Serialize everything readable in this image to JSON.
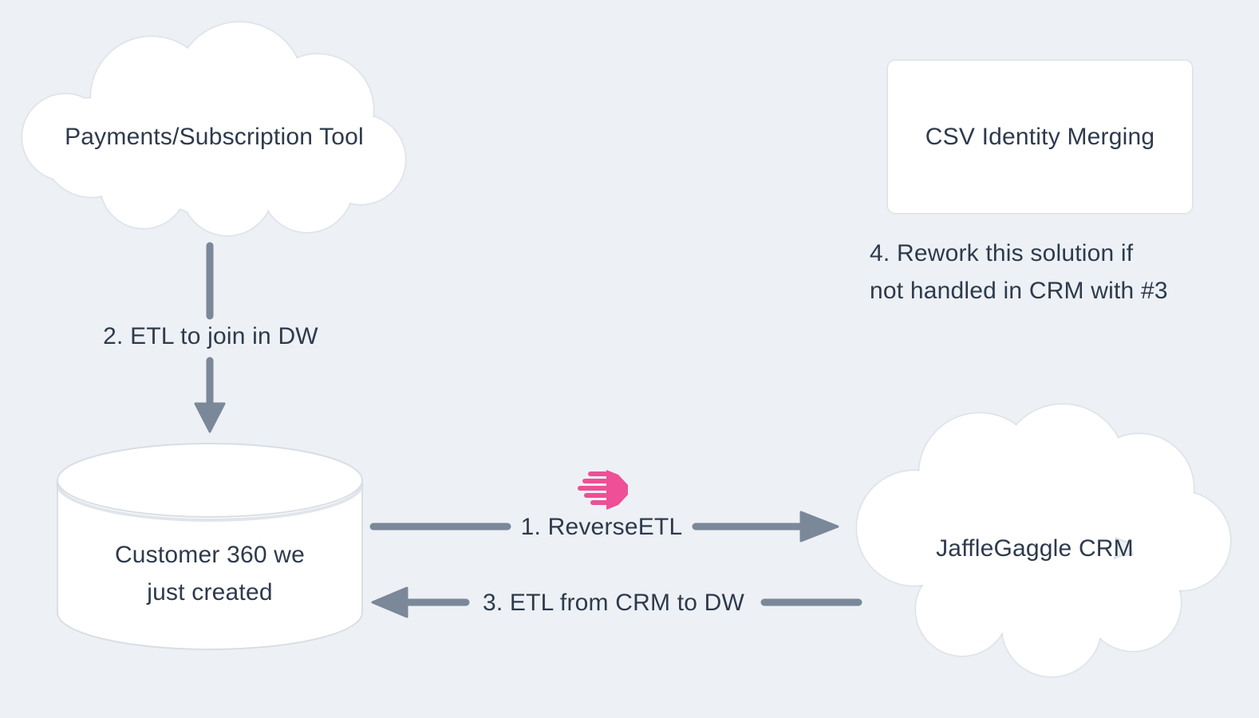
{
  "diagram": {
    "colors": {
      "background": "#edf1f5",
      "node_fill": "#ffffff",
      "node_outline": "#aab4bf",
      "arrow": "#7b8899",
      "text": "#2e3a4c",
      "accent_pink": "#ee4f96"
    },
    "nodes": {
      "payments": {
        "shape": "cloud",
        "label": "Payments/Subscription Tool"
      },
      "csv_merging": {
        "shape": "rounded-rectangle",
        "label": "CSV Identity Merging"
      },
      "customer360": {
        "shape": "database-cylinder",
        "lines": [
          "Customer 360 we",
          "just created"
        ]
      },
      "crm": {
        "shape": "cloud",
        "label": "JaffleGaggle CRM"
      }
    },
    "edges": {
      "reverse_etl": {
        "label": "1. ReverseETL",
        "from": "customer360",
        "to": "crm",
        "direction": "right"
      },
      "etl_join": {
        "label": "2. ETL to join in DW",
        "from": "payments",
        "to": "customer360",
        "direction": "down"
      },
      "etl_from_crm": {
        "label": "3. ETL from CRM to DW",
        "from": "crm",
        "to": "customer360",
        "direction": "left"
      }
    },
    "annotations": {
      "rework_note": {
        "lines": [
          "4. Rework this solution if",
          "not handled in CRM with #3"
        ]
      }
    },
    "icons": {
      "grouparoo": {
        "name": "grouparoo-arrow-icon",
        "color": "#ee4f96"
      }
    }
  }
}
